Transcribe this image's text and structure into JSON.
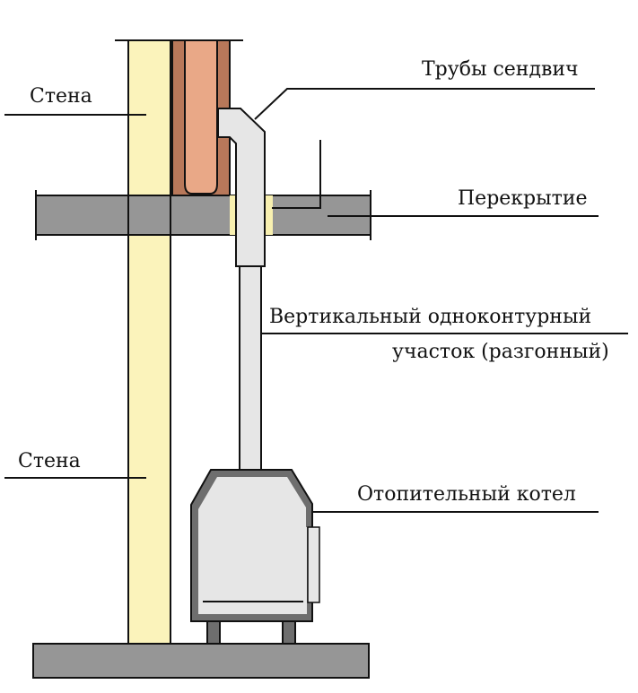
{
  "labels": {
    "wall_top": "Стена",
    "wall_bottom": "Стена",
    "sandwich_pipes": "Трубы сендвич",
    "floor_slab": "Перекрытие",
    "vertical_section_line1": "Вертикальный одноконтурный",
    "vertical_section_line2": "участок (разгонный)",
    "boiler": "Отопительный котел"
  },
  "colors": {
    "wall": "#fbf3bb",
    "brick": "#b8785a",
    "brick_core": "#e9a887",
    "slab": "#969696",
    "pipe": "#e6e6e6",
    "boiler_shell": "#6e6e6e",
    "insulation": "#f8f0b0"
  }
}
